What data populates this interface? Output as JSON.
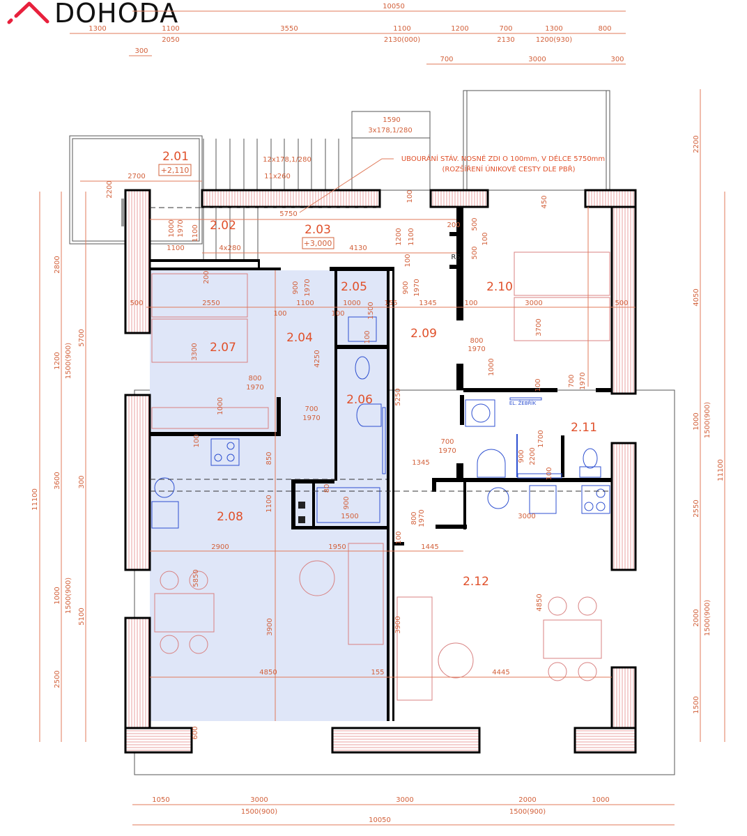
{
  "logo": {
    "text": "DOHODA",
    "color": "#e8203c"
  },
  "colors": {
    "dimension": "#d2603a",
    "room_fill": "#dfe6f8",
    "fixture": "#2d4fd0",
    "wall": "#000000"
  },
  "rooms": [
    {
      "id": "2.01",
      "level": "+2,110"
    },
    {
      "id": "2.02"
    },
    {
      "id": "2.03",
      "level": "+3,000"
    },
    {
      "id": "2.04"
    },
    {
      "id": "2.05"
    },
    {
      "id": "2.06"
    },
    {
      "id": "2.07"
    },
    {
      "id": "2.08"
    },
    {
      "id": "2.09"
    },
    {
      "id": "2.10"
    },
    {
      "id": "2.11"
    },
    {
      "id": "2.12"
    }
  ],
  "note": {
    "line1": "UBOURÁNÍ STÁV. NOSNÉ ZDI O 100mm, V DÉLCE 5750mm",
    "line2": "(ROZŠÍŘENÍ ÚNIKOVÉ CESTY DLE PBŘ)"
  },
  "fixture_labels": {
    "ladder": "EL. ŽEBŘÍK",
    "riser": "RS"
  },
  "dims_top": [
    "10050",
    "1300",
    "1100",
    "3550",
    "1100",
    "1200",
    "700",
    "1300",
    "800",
    "2050",
    "2130(000)",
    "2130",
    "1200(930)",
    "300",
    "700",
    "3000",
    "300"
  ],
  "dims_bottom": [
    "1050",
    "3000",
    "3000",
    "2000",
    "1000",
    "1500(900)",
    "1500(900)",
    "10050"
  ],
  "dims_left": [
    "11100",
    "2800",
    "1200",
    "1500(900)",
    "3600",
    "1000",
    "1500(900)",
    "2500",
    "5700",
    "300",
    "5100"
  ],
  "dims_right": [
    "2200",
    "4050",
    "1000",
    "1500(900)",
    "2550",
    "2000",
    "1500(900)",
    "1500",
    "11100"
  ],
  "dims_inner": [
    "1590",
    "3x178,1/280",
    "12x178,1/280",
    "11x260",
    "2700",
    "2200",
    "5750",
    "1000",
    "1970",
    "1100",
    "1100",
    "4x280",
    "4130",
    "1200",
    "1100",
    "100",
    "100",
    "200",
    "500",
    "500",
    "100",
    "450",
    "500",
    "2550",
    "100",
    "1100",
    "100",
    "1000",
    "155",
    "1345",
    "100",
    "3000",
    "500",
    "200",
    "900",
    "1970",
    "1500",
    "900",
    "1970",
    "3700",
    "100",
    "4250",
    "3300",
    "800",
    "1970",
    "1000",
    "700",
    "1970",
    "5250",
    "800",
    "1970",
    "1000",
    "100",
    "700",
    "1970",
    "700",
    "1970",
    "1345",
    "900",
    "2200",
    "1700",
    "100",
    "100",
    "850",
    "1100",
    "80",
    "900",
    "1500",
    "800",
    "1970",
    "100",
    "3000",
    "2900",
    "1950",
    "1445",
    "5850",
    "3900",
    "3900",
    "4850",
    "4850",
    "155",
    "4445",
    "600"
  ]
}
